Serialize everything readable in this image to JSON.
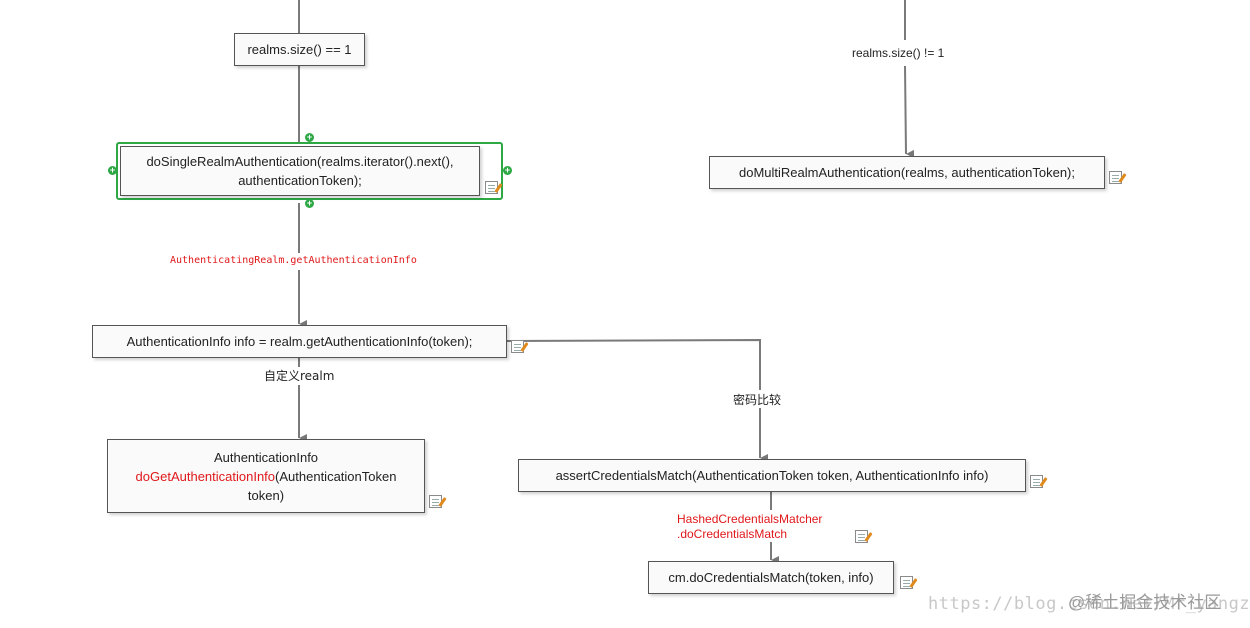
{
  "nodes": {
    "size_eq_one": "realms.size() == 1",
    "single_realm_line1": "doSingleRealmAuthentication(realms.iterator().next(),",
    "single_realm_line2": "authenticationToken);",
    "multi_realm": "doMultiRealmAuthentication(realms, authenticationToken);",
    "get_auth_info": "AuthenticationInfo info = realm.getAuthenticationInfo(token);",
    "do_get_line1": "AuthenticationInfo",
    "do_get_line2_red": "doGetAuthenticationInfo",
    "do_get_line2_rest": "(AuthenticationToken",
    "do_get_line3": "token)",
    "assert_match": "assertCredentialsMatch(AuthenticationToken token, AuthenticationInfo info)",
    "cm_match": "cm.doCredentialsMatch(token, info)"
  },
  "edges": {
    "size_ne_one": "realms.size() != 1",
    "authenticating_realm": "AuthenticatingRealm.getAuthenticationInfo",
    "custom_realm": "自定义realm",
    "password_compare": "密码比较",
    "hashed_line1": "HashedCredentialsMatcher",
    "hashed_line2": ".doCredentialsMatch"
  },
  "icons": [
    "note-icon"
  ],
  "colors": {
    "selection": "#2da845",
    "highlight_text": "#e0181b"
  },
  "watermark": {
    "url": "https://blog.csdn.net/Mr_yangzc",
    "brand": "@稀土掘金技术社区"
  }
}
